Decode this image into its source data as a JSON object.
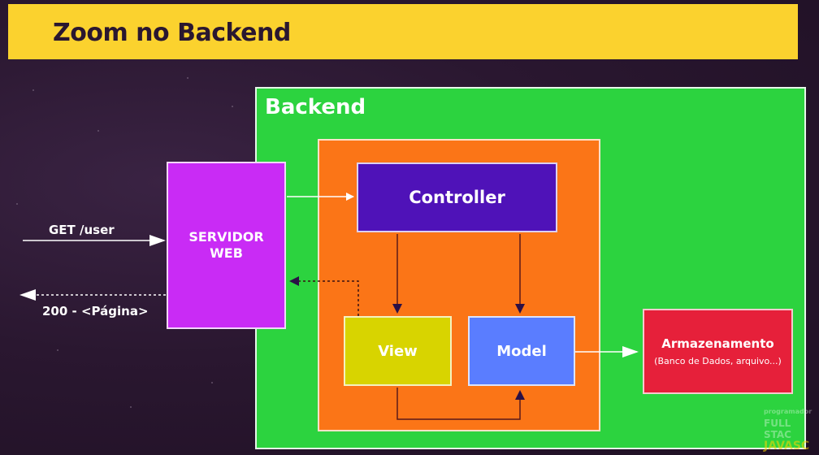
{
  "title": "Zoom no Backend",
  "backend_label": "Backend",
  "nodes": {
    "servidor_line1": "SERVIDOR",
    "servidor_line2": "WEB",
    "controller": "Controller",
    "view": "View",
    "model": "Model",
    "armazenamento_title": "Armazenamento",
    "armazenamento_sub": "(Banco de Dados, arquivo...)"
  },
  "edges": {
    "request": "GET /user",
    "response": "200 - <Página>"
  },
  "watermark": {
    "line1": "programador",
    "line2": "FULL STAC",
    "line3": "JAVASC"
  },
  "colors": {
    "title_bar": "#fbd22e",
    "backend": "#2cd33f",
    "mvc_container": "#fb7517",
    "servidor": "#c92bf5",
    "controller": "#4f12b8",
    "view": "#d8d400",
    "model": "#5a7dff",
    "armazenamento": "#e6203a"
  }
}
